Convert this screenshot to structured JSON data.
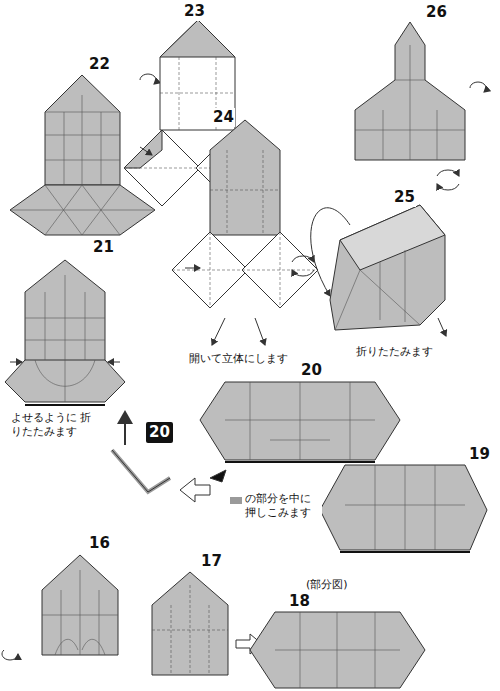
{
  "diagram": {
    "labels": [
      "22",
      "23",
      "26",
      "24",
      "25",
      "開いて立体にします",
      "折りたたみます",
      "21",
      "よせるように 折りたたみます",
      "20",
      "20",
      "の部分を中に 押しこみます",
      "19",
      "16",
      "17",
      "(部分図)",
      "18"
    ]
  }
}
